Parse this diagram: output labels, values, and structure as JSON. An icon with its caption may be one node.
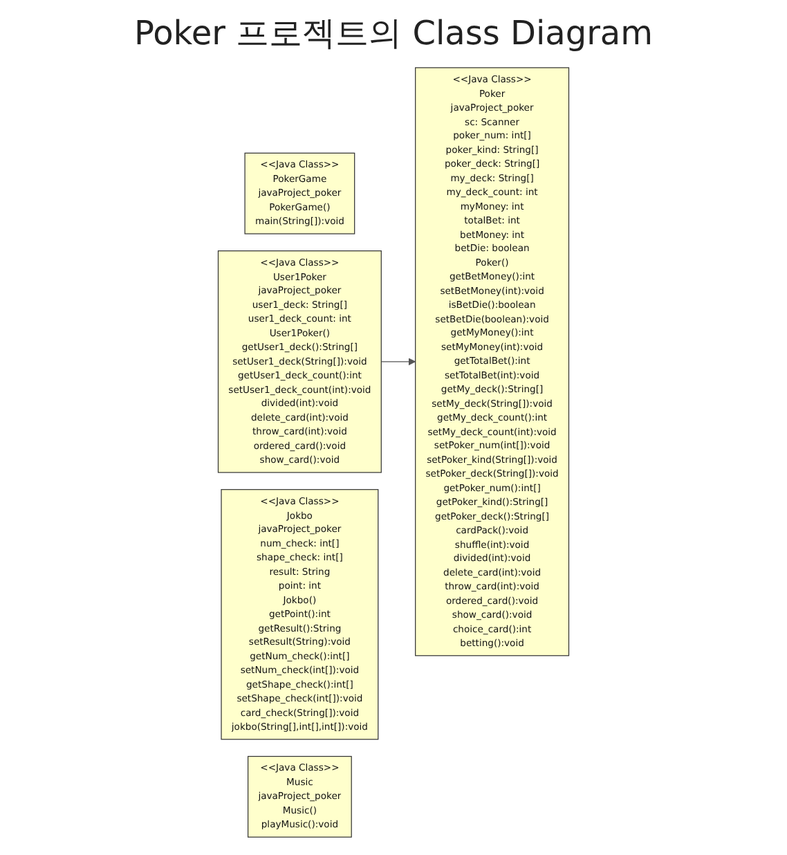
{
  "diagram": {
    "title": "Poker 프로젝트의 Class Diagram",
    "nodes": [
      {
        "text": [
          "<<Java Class>>",
          "PokerGame",
          "javaProject_poker",
          "PokerGame()",
          "main(String[]):void"
        ]
      },
      {
        "text": [
          "<<Java Class>>",
          "User1Poker",
          "javaProject_poker",
          "user1_deck: String[]",
          "user1_deck_count: int",
          "User1Poker()",
          "getUser1_deck():String[]",
          "setUser1_deck(String[]):void",
          "getUser1_deck_count():int",
          "setUser1_deck_count(int):void",
          "divided(int):void",
          "delete_card(int):void",
          "throw_card(int):void",
          "ordered_card():void",
          "show_card():void"
        ]
      },
      {
        "text": [
          "<<Java Class>>",
          "Poker",
          "javaProject_poker",
          "sc: Scanner",
          "poker_num: int[]",
          "poker_kind: String[]",
          "poker_deck: String[]",
          "my_deck: String[]",
          "my_deck_count: int",
          "myMoney: int",
          "totalBet: int",
          "betMoney: int",
          "betDie: boolean",
          "Poker()",
          "getBetMoney():int",
          "setBetMoney(int):void",
          "isBetDie():boolean",
          "setBetDie(boolean):void",
          "getMyMoney():int",
          "setMyMoney(int):void",
          "getTotalBet():int",
          "setTotalBet(int):void",
          "getMy_deck():String[]",
          "setMy_deck(String[]):void",
          "getMy_deck_count():int",
          "setMy_deck_count(int):void",
          "setPoker_num(int[]):void",
          "setPoker_kind(String[]):void",
          "setPoker_deck(String[]):void",
          "getPoker_num():int[]",
          "getPoker_kind():String[]",
          "getPoker_deck():String[]",
          "cardPack():void",
          "shuffle(int):void",
          "divided(int):void",
          "delete_card(int):void",
          "throw_card(int):void",
          "ordered_card():void",
          "show_card():void",
          "choice_card():int",
          "betting():void"
        ]
      },
      {
        "text": [
          "<<Java Class>>",
          "Jokbo",
          "javaProject_poker",
          "num_check: int[]",
          "shape_check: int[]",
          "result: String",
          "point: int",
          "Jokbo()",
          "getPoint():int",
          "getResult():String",
          "setResult(String):void",
          "getNum_check():int[]",
          "setNum_check(int[]):void",
          "getShape_check():int[]",
          "setShape_check(int[]):void",
          "card_check(String[]):void",
          "jokbo(String[],int[],int[]):void"
        ]
      },
      {
        "text": [
          "<<Java Class>>",
          "Music",
          "javaProject_poker",
          "Music()",
          "playMusic():void"
        ]
      }
    ],
    "edges": [
      {
        "from": 1,
        "to": 2,
        "arrow": "to"
      }
    ]
  }
}
